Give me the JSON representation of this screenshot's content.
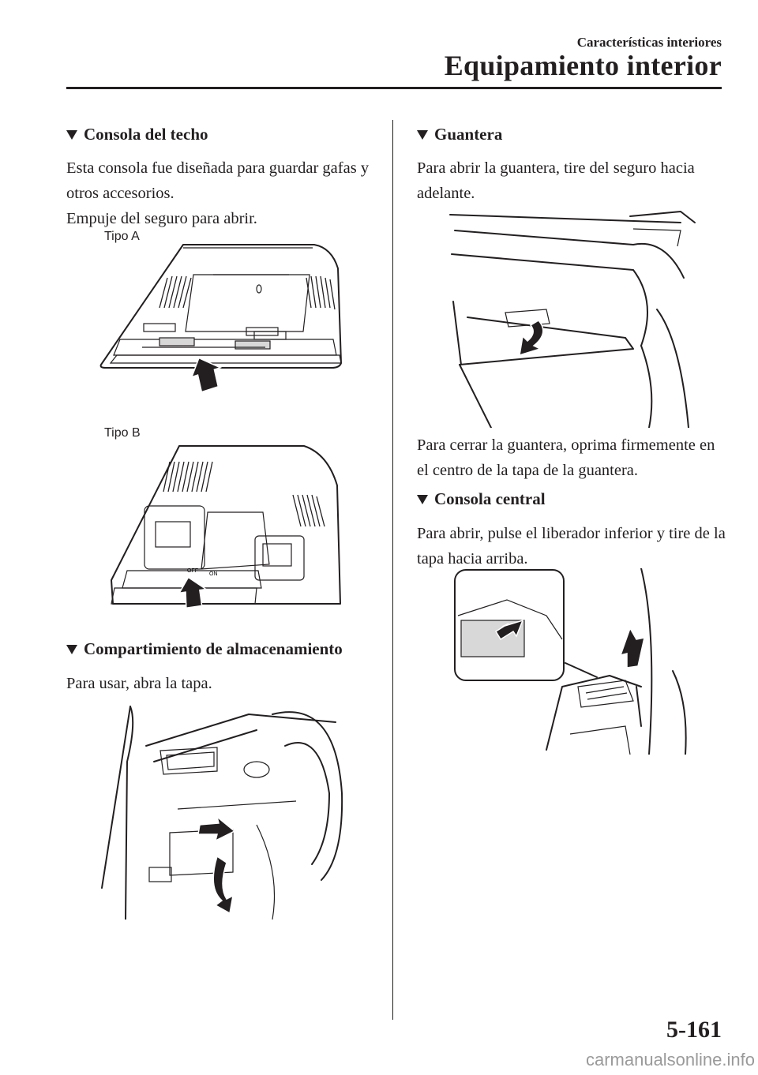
{
  "header": {
    "section": "Características interiores",
    "title": "Equipamiento interior"
  },
  "left": {
    "overhead": {
      "heading": "Consola del techo",
      "body": "Esta consola fue diseñada para guardar gafas y otros accesorios.",
      "body2": "Empuje del seguro para abrir.",
      "type_a": "Tipo A",
      "type_b": "Tipo B",
      "switch_off": "OFF",
      "switch_on": "ON"
    },
    "storage": {
      "heading": "Compartimiento de almacenamiento",
      "body": "Para usar, abra la tapa."
    }
  },
  "right": {
    "glovebox": {
      "heading": "Guantera",
      "body_open": "Para abrir la guantera, tire del seguro hacia adelante.",
      "body_close": "Para cerrar la guantera, oprima firmemente en el centro de la tapa de la guantera."
    },
    "center_console": {
      "heading": "Consola central",
      "body": "Para abrir, pulse el liberador inferior y tire de la tapa hacia arriba."
    }
  },
  "footer": {
    "page_number": "5-161",
    "watermark": "carmanualsonline.info"
  }
}
